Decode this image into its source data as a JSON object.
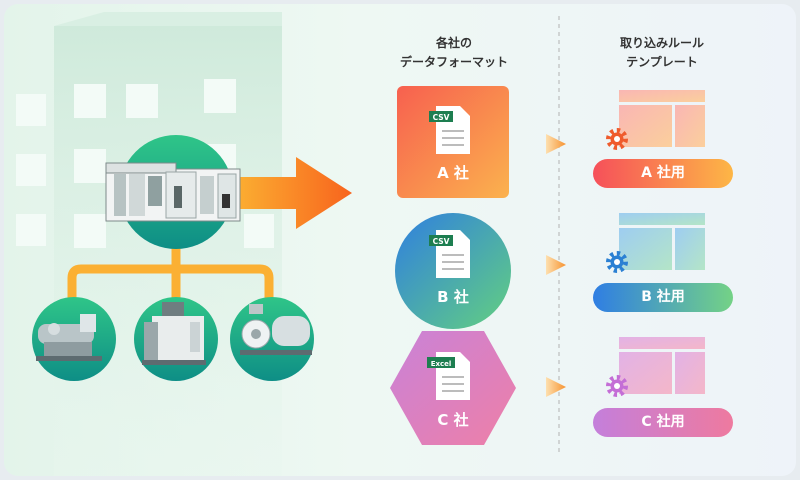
{
  "headers": {
    "formats_line1": "各社の",
    "formats_line2": "データフォーマット",
    "rules_line1": "取り込みルール",
    "rules_line2": "テンプレート"
  },
  "companies": [
    {
      "name": "A 社",
      "file_badge": "CSV",
      "shape": "rounded-square",
      "gradient": [
        "#f7604f",
        "#fbb24e"
      ]
    },
    {
      "name": "B 社",
      "file_badge": "CSV",
      "shape": "circle",
      "gradient": [
        "#2f7fe0",
        "#63d080"
      ]
    },
    {
      "name": "C 社",
      "file_badge": "Excel",
      "shape": "hexagon",
      "gradient": [
        "#c982d8",
        "#ee7fa7"
      ]
    }
  ],
  "templates": [
    {
      "label": "A 社用",
      "gradient": [
        "#f6505a",
        "#fdb646"
      ],
      "panel_color": "#f6bcae"
    },
    {
      "label": "B 社用",
      "gradient": [
        "#2f7ee3",
        "#74d286"
      ],
      "panel_color": "#a8d7ea"
    },
    {
      "label": "C 社用",
      "gradient": [
        "#c47fdb",
        "#ee7a9f"
      ],
      "panel_color": "#e7b7d8"
    }
  ],
  "icons": {
    "arrow": "right-arrow-icon",
    "gear": "gear-icon",
    "document": "document-icon"
  },
  "colors": {
    "teal": "#139a88",
    "green": "#2cc382",
    "orange_line": "#fbb033",
    "arrow_orange": "#f87b1d",
    "gear_orange": "#ef5b2c",
    "gear_blue": "#2b80d3",
    "gear_purple": "#c46ed6"
  }
}
